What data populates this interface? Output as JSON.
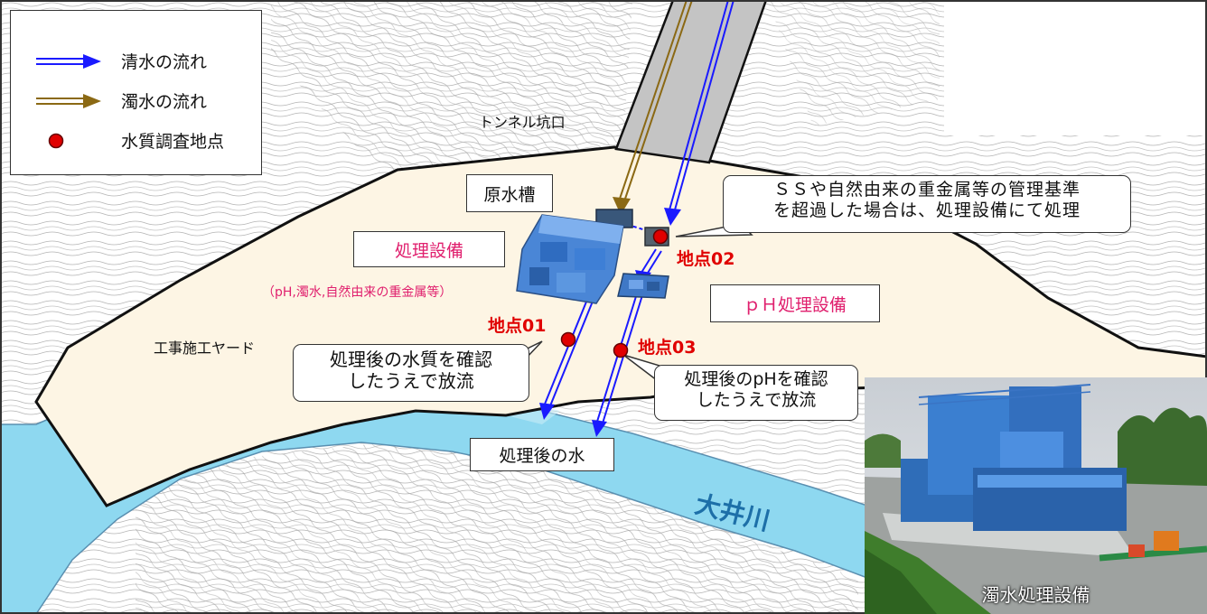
{
  "legend": {
    "clear_water": "清水の流れ",
    "muddy_water": "濁水の流れ",
    "survey_point": "水質調査地点"
  },
  "map": {
    "tunnel_portal": "トンネル坑口",
    "yard": "工事施工ヤード",
    "river": "大井川",
    "raw_tank": "原水槽",
    "treatment_facility": "処理設備",
    "treatment_note": "（pH,濁水,自然由来の重金属等）",
    "ph_facility": "ｐＨ処理設備",
    "treated_water": "処理後の水",
    "point01": "地点01",
    "point02": "地点02",
    "point03": "地点03",
    "callout_top_line1": "ＳＳや自然由来の重金属等の管理基準",
    "callout_top_line2": "を超過した場合は、処理設備にて処理",
    "callout_left_line1": "処理後の水質を確認",
    "callout_left_line2": "したうえで放流",
    "callout_right_line1": "処理後のpHを確認",
    "callout_right_line2": "したうえで放流",
    "photo_caption": "濁水処理設備"
  },
  "colors": {
    "clear_water_arrow": "#1a1aff",
    "muddy_water_arrow": "#8b6914",
    "survey_point": "#e00000",
    "yard": "#fdf5e4",
    "river": "#8ed8f0",
    "facility_label": "#e0206e",
    "point_label": "#e00000"
  },
  "icons": [
    "clear-water-arrow-icon",
    "muddy-water-arrow-icon",
    "survey-point-icon"
  ]
}
